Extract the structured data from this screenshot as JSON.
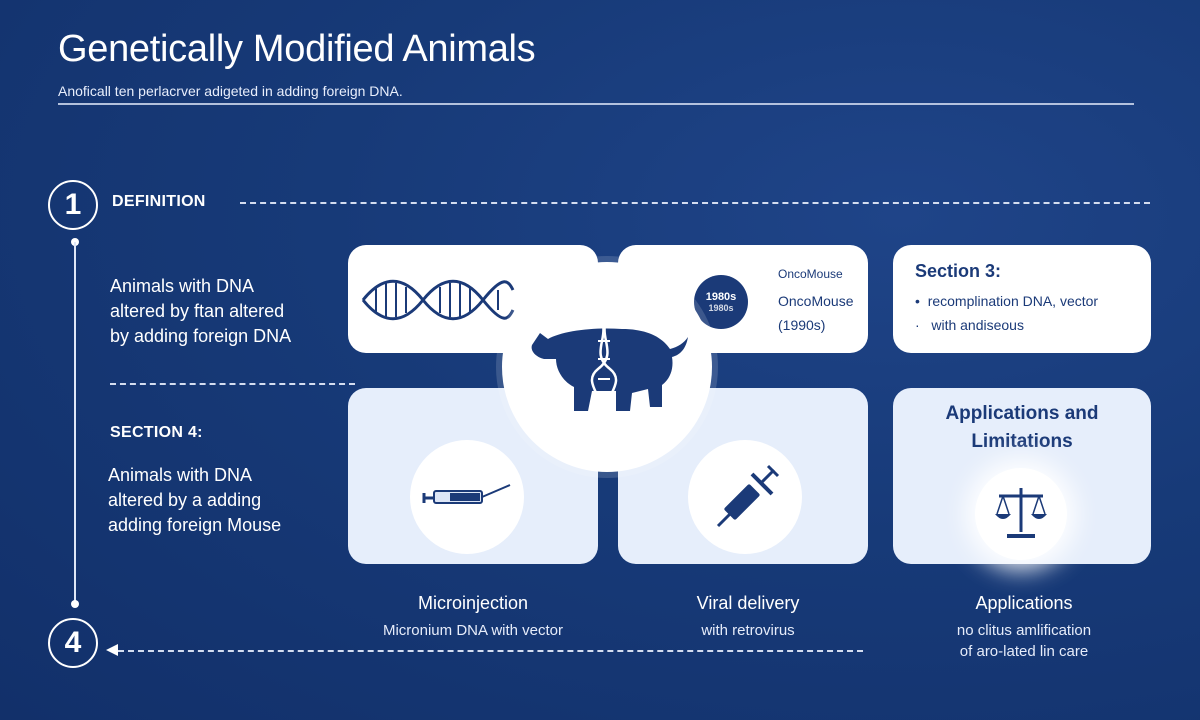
{
  "header": {
    "title": "Genetically Modified Animals",
    "subtitle": "Anoficall ten perlacrver adigeted in adding foreign DNA."
  },
  "timeline": {
    "step1_number": "1",
    "step4_number": "4",
    "definition_label": "DEFINITION",
    "definition_text": [
      "Animals with DNA",
      "altered by ftan altered",
      "by adding foreign DNA"
    ],
    "section4_label": "SECTION 4:",
    "section4_text": [
      "Animals with DNA",
      "altered by a adding",
      "adding foreign Mouse"
    ]
  },
  "cards": {
    "oncomouse": {
      "badge_top": "1980s",
      "badge_bottom": "1980s",
      "line1": "OncoMouse",
      "line2": "OncoMouse",
      "line3": "(1990s)"
    },
    "section3": {
      "title": "Section 3:",
      "bullet1": "recomplination DNA, vector",
      "bullet2": "with andiseous"
    },
    "applications_card": {
      "title": "Applications and Limitations"
    }
  },
  "captions": {
    "microinjection": {
      "title": "Microinjection",
      "sub": "Micronium DNA with vector"
    },
    "viral": {
      "title": "Viral delivery",
      "sub": "with retrovirus"
    },
    "applications": {
      "title": "Applications",
      "sub1": "no clitus amlification",
      "sub2": "of aro-lated lin care"
    }
  },
  "icons": {
    "dna": "dna-helix-icon",
    "animal": "pig-dna-icon",
    "syringe": "syringe-icon",
    "viral": "viral-syringe-icon",
    "scales": "scales-icon"
  },
  "colors": {
    "background": "#173a78",
    "navy": "#1b3a78",
    "card_light": "#e6eefb"
  }
}
